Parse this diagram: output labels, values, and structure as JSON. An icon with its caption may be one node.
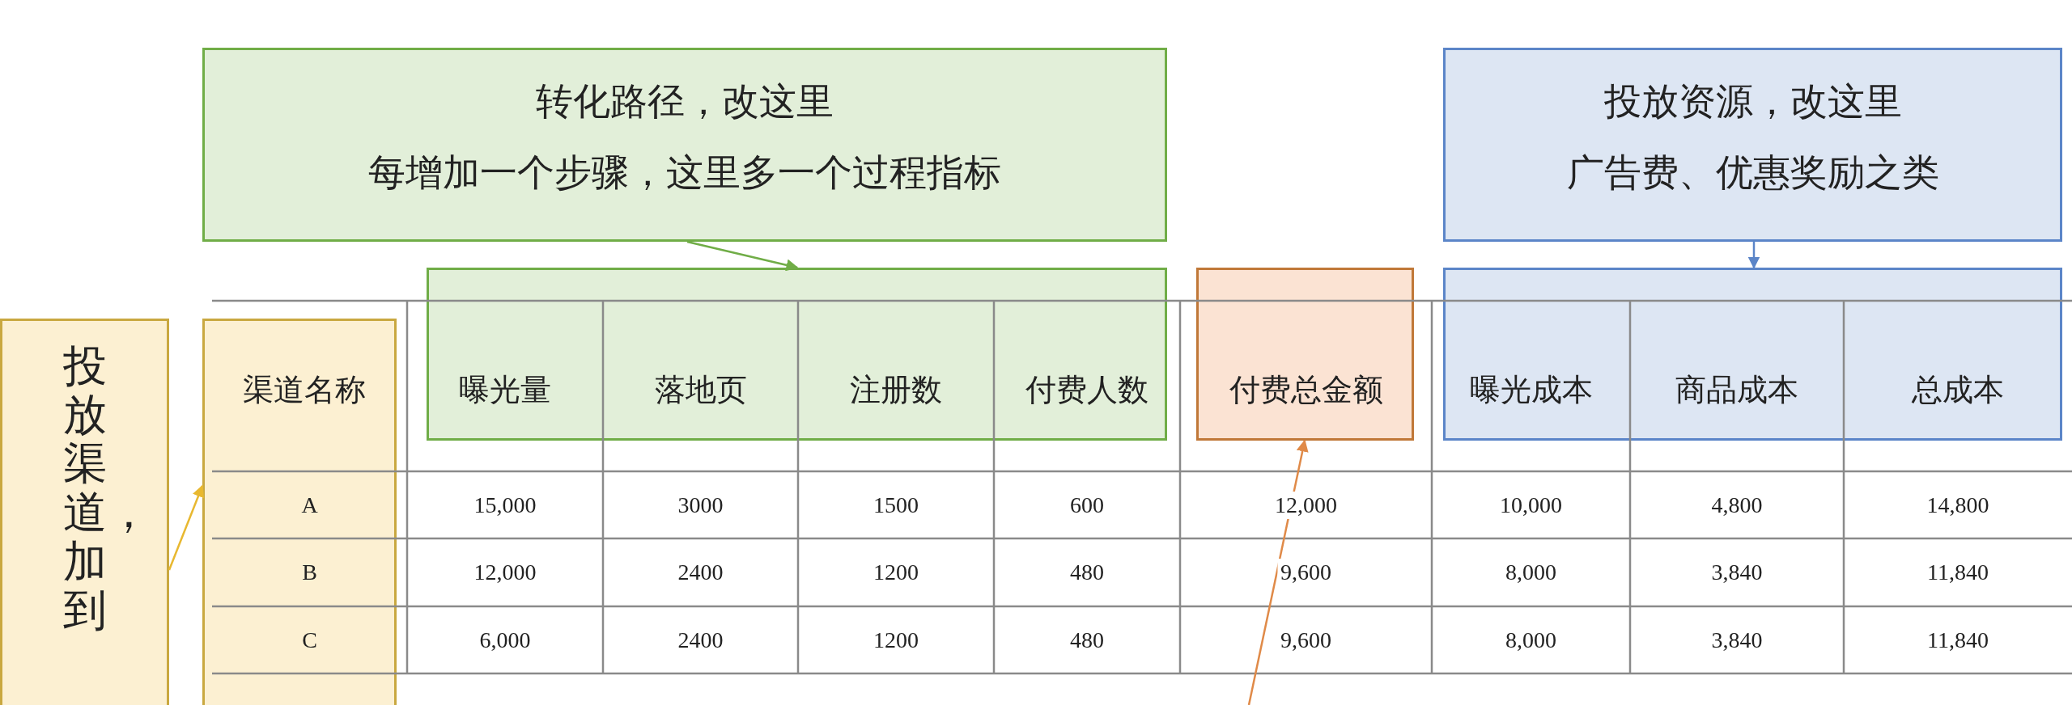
{
  "diagram": {
    "nodes": [
      {
        "text": [
          "转化路径，改这里",
          "每增加一个步骤，这里多一个过程指标"
        ]
      },
      {
        "text": [
          "投放资源，改这里",
          "广告费、优惠奖励之类"
        ]
      },
      {
        "text": [
          "投放渠道，加到"
        ]
      },
      {
        "text": [],
        "shape": "box"
      },
      {
        "text": [],
        "shape": "box"
      },
      {
        "text": [],
        "shape": "box"
      },
      {
        "text": [],
        "shape": "box"
      }
    ],
    "edges": [
      {
        "from": 0,
        "to": 4,
        "arrow": "to",
        "color": "#70ad47"
      },
      {
        "from": 1,
        "to": 6,
        "arrow": "to",
        "color": "#5b85c8"
      },
      {
        "from": 2,
        "to": 3,
        "arrow": "to",
        "color": "#e8b830"
      },
      {
        "from": null,
        "to": 5,
        "arrow": "to",
        "color": "#e08a48"
      }
    ],
    "labels": [
      "渠道名称",
      "曝光量",
      "落地页",
      "注册数",
      "付费人数",
      "付费总金额",
      "曝光成本",
      "商品成本",
      "总成本",
      "A",
      "15,000",
      "3000",
      "1500",
      "600",
      "12,000",
      "10,000",
      "4,800",
      "14,800",
      "B",
      "12,000",
      "2400",
      "1200",
      "480",
      "9,600",
      "8,000",
      "3,840",
      "11,840",
      "C",
      "6,000",
      "2400",
      "1200",
      "480",
      "9,600",
      "8,000",
      "3,840",
      "11,840"
    ]
  }
}
